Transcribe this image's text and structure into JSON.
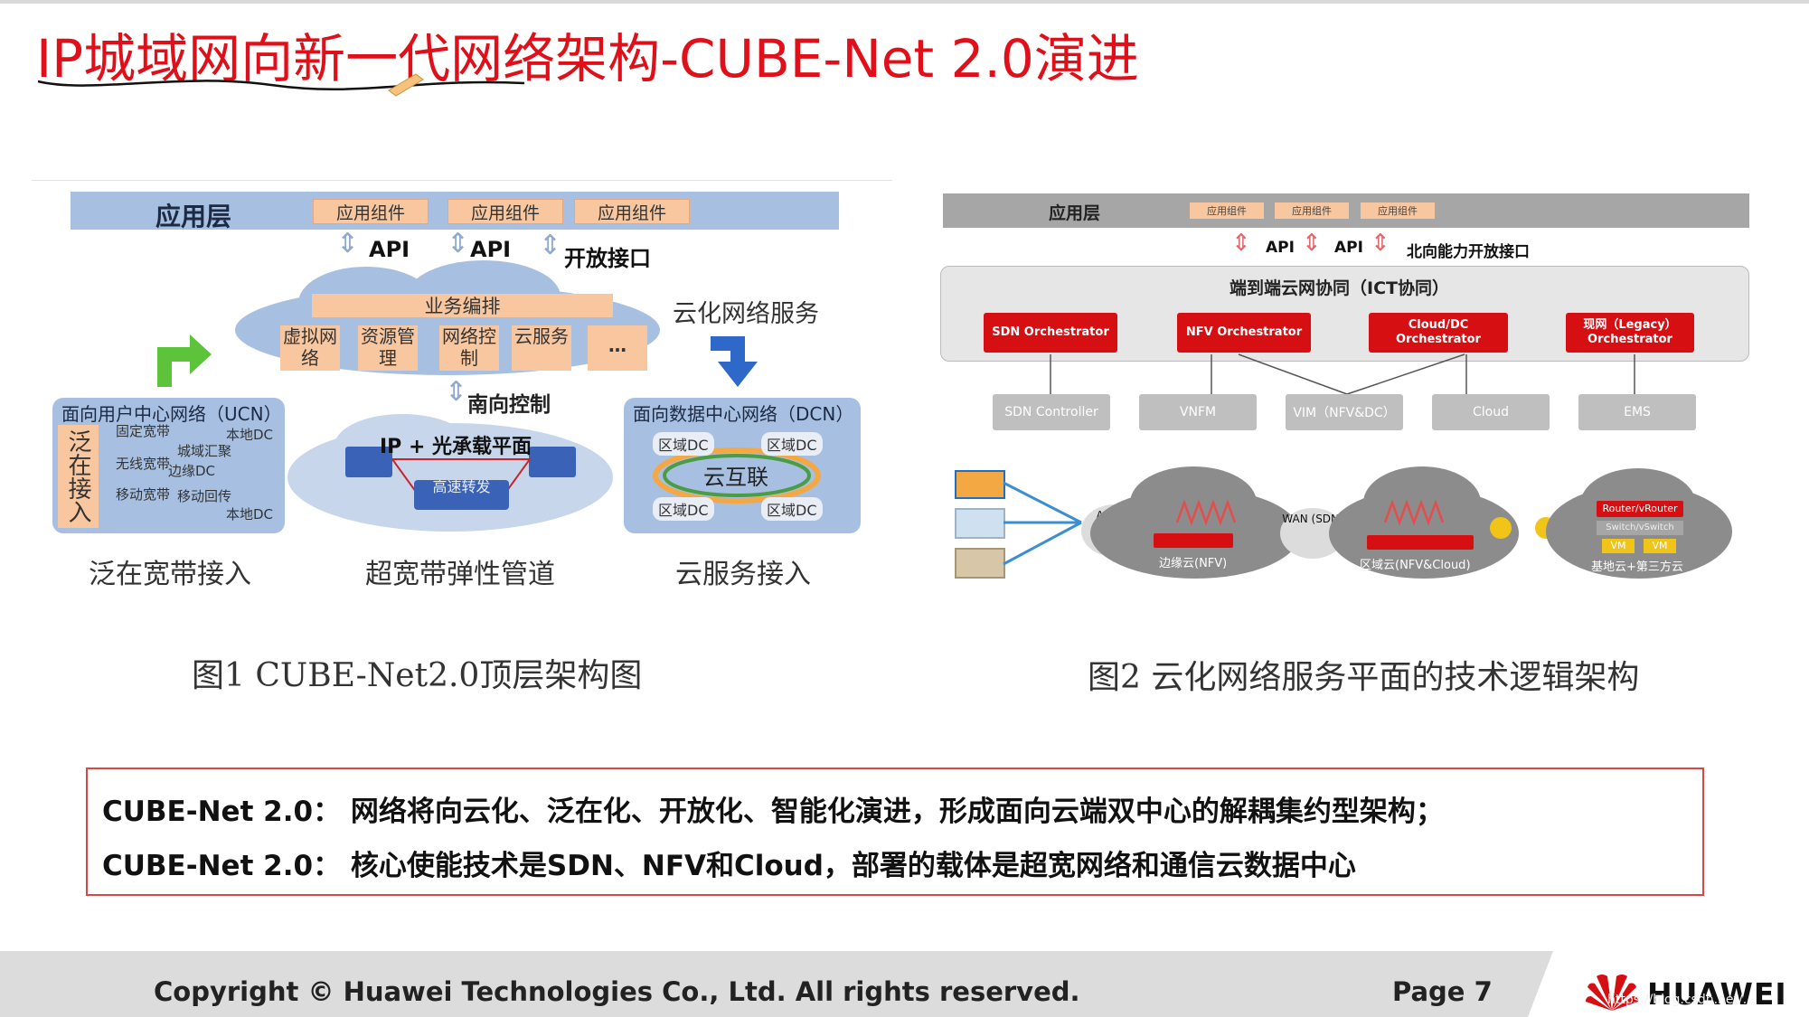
{
  "slide": {
    "title": "IP城域网向新一代网络架构-CUBE-Net 2.0演进"
  },
  "figure1": {
    "app_layer": "应用层",
    "app_components": [
      "应用组件",
      "应用组件",
      "应用组件"
    ],
    "api_labels": [
      "API",
      "API",
      "开放接口"
    ],
    "orchestration": "业务编排",
    "boxes": [
      "虚拟网络",
      "资源管理",
      "网络控制",
      "云服务",
      "…"
    ],
    "cloud_network_service": "云化网络服务",
    "southbound": "南向控制",
    "ucn": {
      "title": "面向用户中心网络（UCN）",
      "ubiquitous_access": "泛在接入",
      "items": [
        "固定宽带",
        "无线宽带",
        "移动宽带",
        "城域汇聚",
        "移动回传",
        "边缘DC",
        "本地DC",
        "本地DC"
      ]
    },
    "transport": {
      "label": "IP + 光承载平面",
      "fast_forward": "高速转发"
    },
    "dcn": {
      "title": "面向数据中心网络（DCN）",
      "center": "云互联",
      "dc_labels": [
        "区域DC",
        "区域DC",
        "区域DC",
        "区域DC"
      ]
    },
    "bottom_labels": [
      "泛在宽带接入",
      "超宽带弹性管道",
      "云服务接入"
    ],
    "caption": "图1 CUBE-Net2.0顶层架构图"
  },
  "figure2": {
    "app_layer": "应用层",
    "app_components": [
      "应用组件",
      "应用组件",
      "应用组件"
    ],
    "api_labels": [
      "API",
      "API",
      "北向能力开放接口"
    ],
    "e2e": "端到端云网协同（ICT协同）",
    "orchestrators": [
      "SDN Orchestrator",
      "NFV Orchestrator",
      "Cloud/DC Orchestrator",
      "现网（Legacy）Orchestrator"
    ],
    "controllers": [
      "SDN Controller",
      "VNFM",
      "VIM（NFV&DC）",
      "Cloud",
      "EMS"
    ],
    "nodes": {
      "access": "Access (SDN)",
      "wan": "WAN (SDN)"
    },
    "clouds": {
      "edge": "边缘云(NFV)",
      "regional": "区域云(NFV&Cloud)",
      "base": "基地云+第三方云",
      "router": "Router/vRouter",
      "switch": "Switch/vSwitch",
      "vm": "VM"
    },
    "caption": "图2 云化网络服务平面的技术逻辑架构"
  },
  "summary": {
    "line1": "CUBE-Net 2.0： 网络将向云化、泛在化、开放化、智能化演进，形成面向云端双中心的解耦集约型架构；",
    "line2": "CUBE-Net 2.0： 核心使能技术是SDN、NFV和Cloud，部署的载体是超宽网络和通信云数据中心"
  },
  "footer": {
    "copyright": "Copyright © Huawei Technologies Co., Ltd. All rights reserved.",
    "page": "Page 7",
    "brand": "HUAWEI",
    "watermark": "https://blog.csdn.net/..."
  },
  "colors": {
    "title_red": "#e0101a",
    "blue_panel": "#a7c0e2",
    "orange_box": "#f8c79f",
    "huawei_red": "#d50f12",
    "grey_panel": "#a6a6a6"
  }
}
